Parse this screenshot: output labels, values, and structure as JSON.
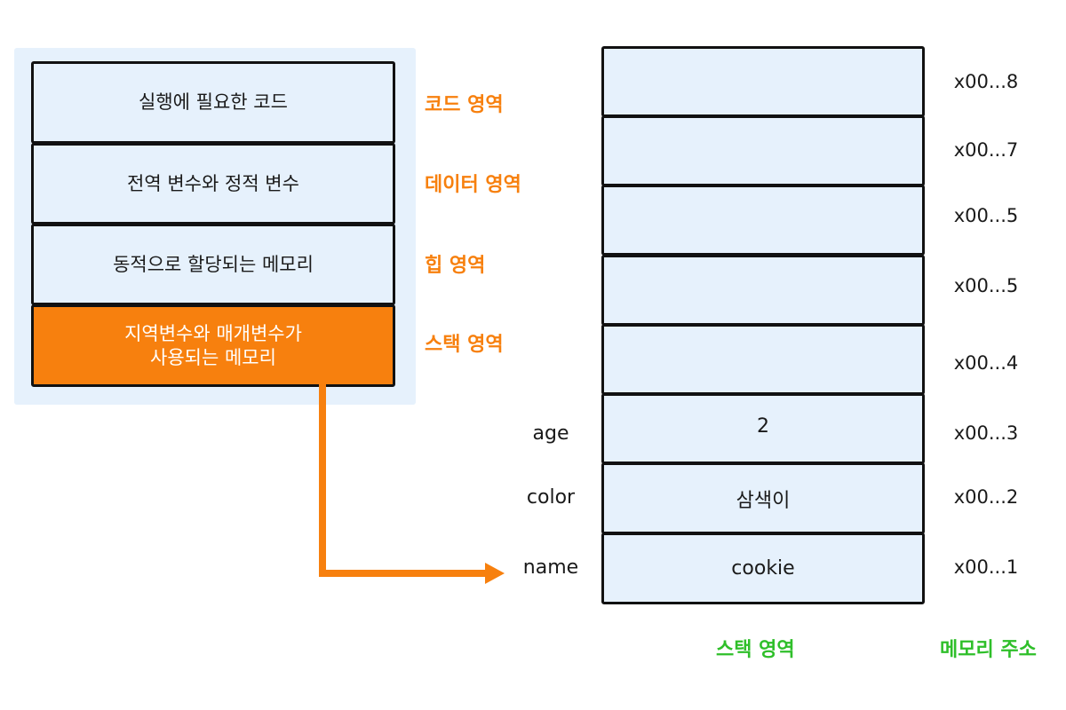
{
  "memory_layout": {
    "segments": [
      {
        "text": "실행에 필요한 코드",
        "label": "코드 영역"
      },
      {
        "text": "전역 변수와 정적 변수",
        "label": "데이터 영역"
      },
      {
        "text": "동적으로 할당되는 메모리",
        "label": "힙 영역"
      },
      {
        "text": "지역변수와 매개변수가\n사용되는 메모리",
        "label": "스택 영역"
      }
    ],
    "highlight_color": "#f7800e",
    "panel_color": "#e6f1fc"
  },
  "stack": {
    "cells": [
      {
        "var": "",
        "value": "",
        "address": "x00...8"
      },
      {
        "var": "",
        "value": "",
        "address": "x00...7"
      },
      {
        "var": "",
        "value": "",
        "address": "x00...5"
      },
      {
        "var": "",
        "value": "",
        "address": "x00...5"
      },
      {
        "var": "",
        "value": "",
        "address": "x00...4"
      },
      {
        "var": "age",
        "value": "2",
        "address": "x00...3"
      },
      {
        "var": "color",
        "value": "삼색이",
        "address": "x00...2"
      },
      {
        "var": "name",
        "value": "cookie",
        "address": "x00...1"
      }
    ],
    "footer_stack_label": "스택 영역",
    "footer_address_label": "메모리 주소",
    "footer_color": "#2fbf2a"
  }
}
